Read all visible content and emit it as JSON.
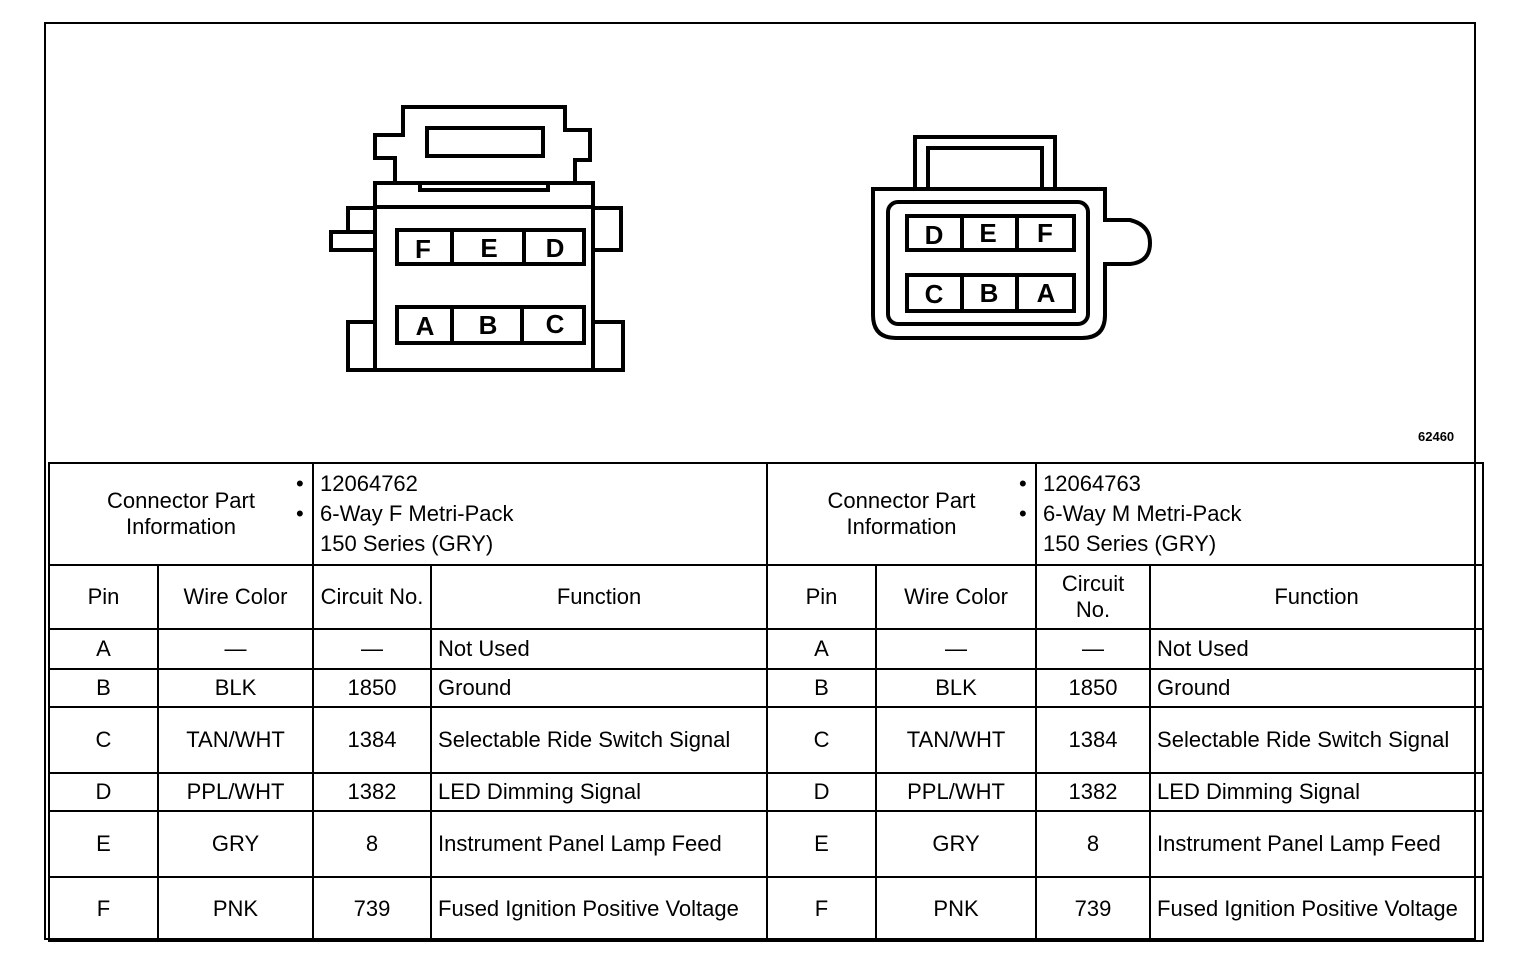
{
  "figure_number": "62460",
  "left_connector": {
    "pins_top": [
      "F",
      "E",
      "D"
    ],
    "pins_bottom": [
      "A",
      "B",
      "C"
    ],
    "info_label": "Connector Part Information",
    "part_number": "12064762",
    "description_line1": "6-Way F Metri-Pack",
    "description_line2": "150 Series (GRY)",
    "headers": {
      "pin": "Pin",
      "wire_color": "Wire Color",
      "circuit": "Circuit No.",
      "function": "Function"
    }
  },
  "right_connector": {
    "pins_top": [
      "D",
      "E",
      "F"
    ],
    "pins_bottom": [
      "C",
      "B",
      "A"
    ],
    "info_label": "Connector Part Information",
    "part_number": "12064763",
    "description_line1": "6-Way M Metri-Pack",
    "description_line2": "150 Series (GRY)",
    "headers": {
      "pin": "Pin",
      "wire_color": "Wire Color",
      "circuit": "Circuit No.",
      "function": "Function"
    }
  },
  "rows": [
    {
      "pin": "A",
      "wire": "—",
      "circuit": "—",
      "function": "Not Used"
    },
    {
      "pin": "B",
      "wire": "BLK",
      "circuit": "1850",
      "function": "Ground"
    },
    {
      "pin": "C",
      "wire": "TAN/WHT",
      "circuit": "1384",
      "function": "Selectable Ride Switch Signal"
    },
    {
      "pin": "D",
      "wire": "PPL/WHT",
      "circuit": "1382",
      "function": "LED Dimming Signal"
    },
    {
      "pin": "E",
      "wire": "GRY",
      "circuit": "8",
      "function": "Instrument Panel Lamp Feed"
    },
    {
      "pin": "F",
      "wire": "PNK",
      "circuit": "739",
      "function": "Fused Ignition Positive Voltage"
    }
  ]
}
